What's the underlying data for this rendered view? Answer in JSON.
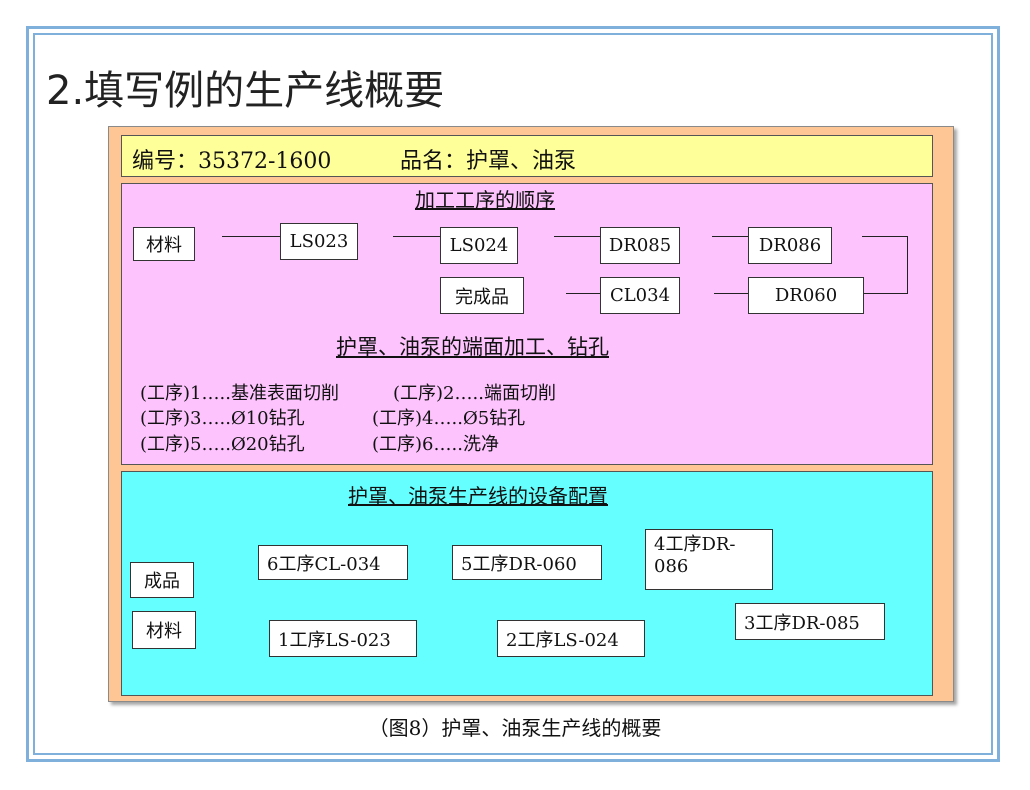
{
  "slide": {
    "title": "2.填写例的生产线概要"
  },
  "header": {
    "part_number": "编号：35372-1600",
    "product_name": "品名：护罩、油泵"
  },
  "process_sequence": {
    "title": "加工工序的顺序",
    "nodes": {
      "material": "材料",
      "ls023": "LS023",
      "ls024": "LS024",
      "dr085": "DR085",
      "dr086": "DR086",
      "finished": "完成品",
      "cl034": "CL034",
      "dr060": "DR060"
    },
    "subtitle": "护罩、油泵的端面加工、钻孔",
    "steps": [
      "(工序)1…..基准表面切削",
      "(工序)2…..端面切削",
      "(工序)3…..Ø10钻孔",
      "(工序)4…..Ø5钻孔",
      "(工序)5…..Ø20钻孔",
      "(工序)6…..洗净"
    ]
  },
  "equipment_layout": {
    "title": "护罩、油泵生产线的设备配置",
    "finished": "成品",
    "material": "材料",
    "stations": {
      "s6": "6工序CL-034",
      "s5": "5工序DR-060",
      "s4_line1": "4工序DR-",
      "s4_line2": "086",
      "s1": "1工序LS-023",
      "s2": "2工序LS-024",
      "s3": "3工序DR-085"
    }
  },
  "caption": "（图8）护罩、油泵生产线的概要"
}
